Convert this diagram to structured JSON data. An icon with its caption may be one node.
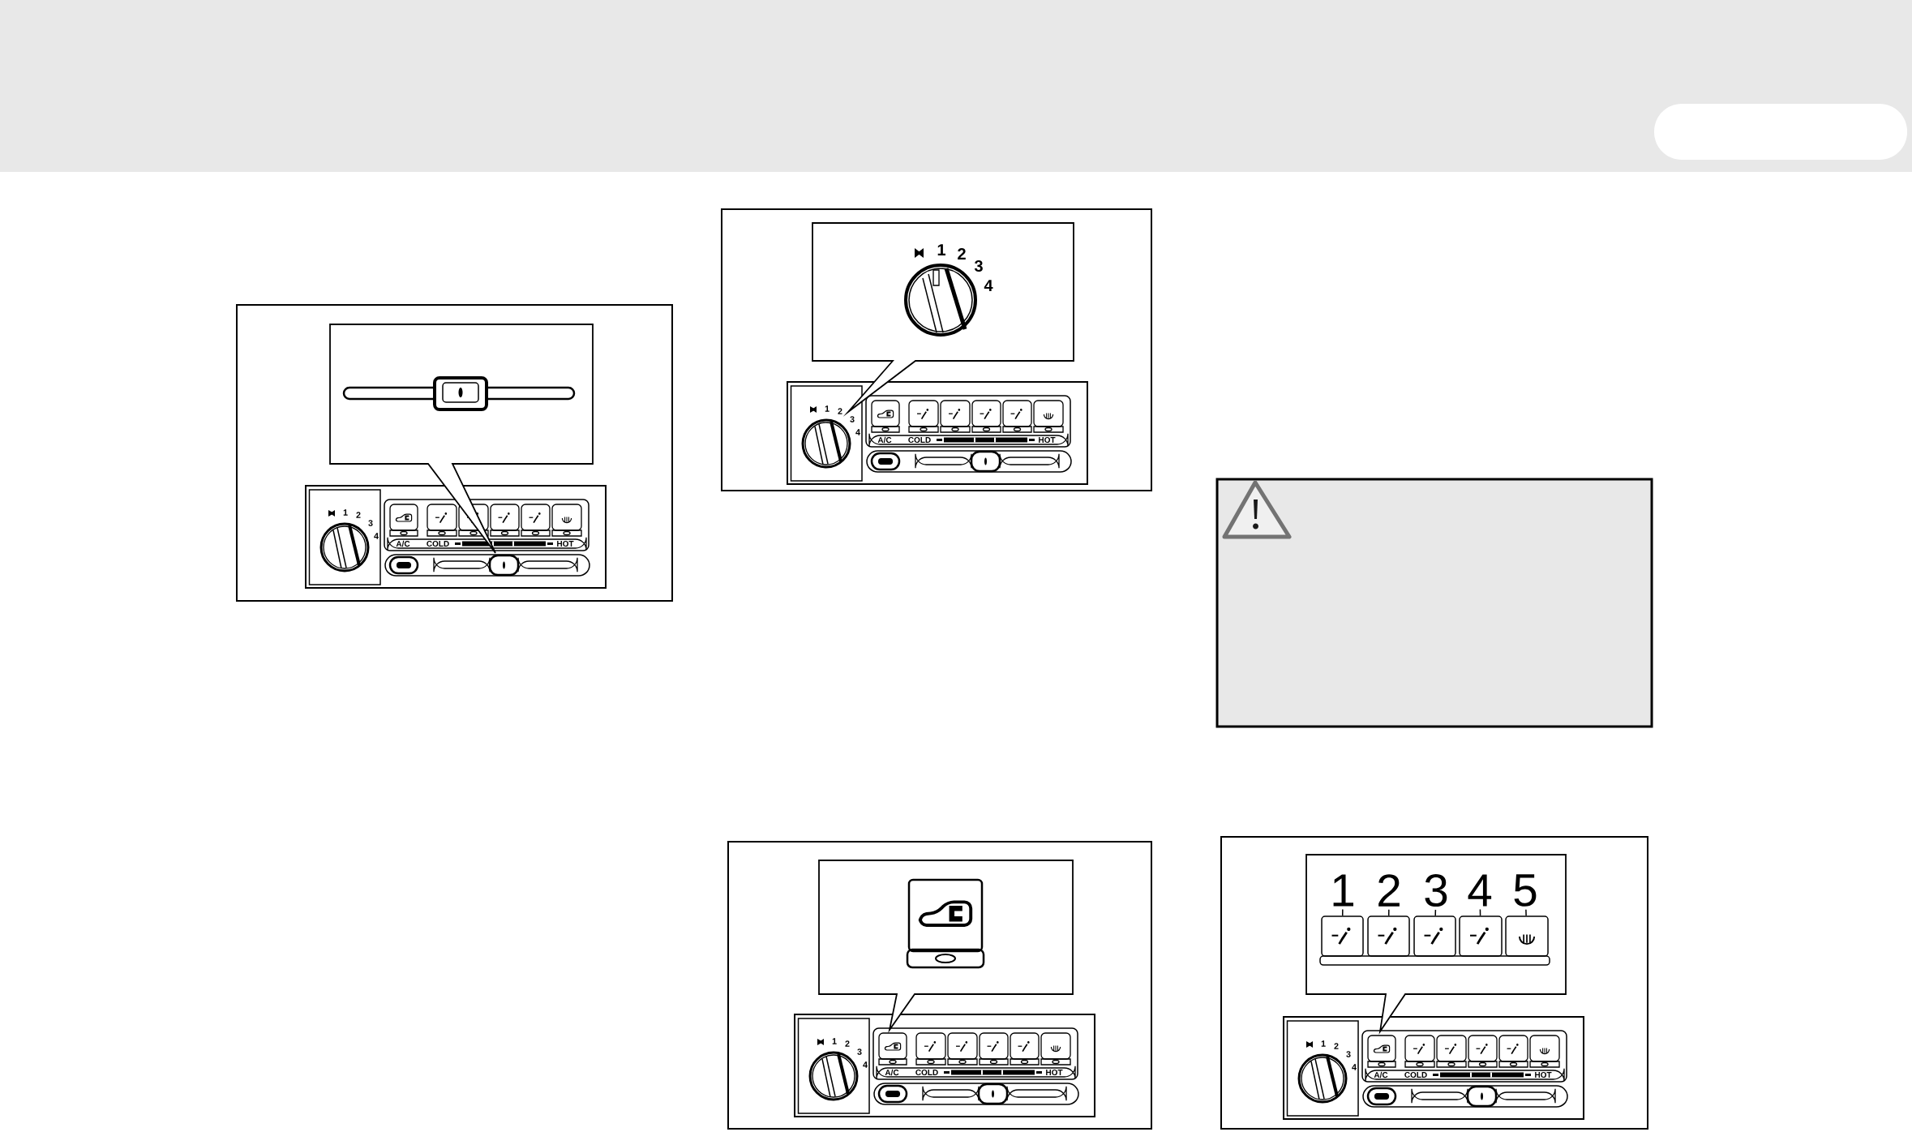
{
  "diagram": {
    "nodes": [
      {
        "text": [
          "1"
        ]
      },
      {
        "text": [
          "2"
        ]
      },
      {
        "text": [
          "3"
        ]
      },
      {
        "text": [
          "4"
        ]
      },
      {
        "text": [
          "5"
        ]
      },
      {
        "text": [],
        "shape": "box"
      },
      {
        "text": [],
        "shape": "box"
      },
      {
        "text": [],
        "shape": "box"
      },
      {
        "text": [],
        "shape": "box"
      },
      {
        "text": [],
        "shape": "box"
      }
    ],
    "edges": [
      {
        "from": 0,
        "to": 5,
        "arrow": "none"
      },
      {
        "from": 1,
        "to": 6,
        "arrow": "none"
      },
      {
        "from": 2,
        "to": 7,
        "arrow": "none"
      },
      {
        "from": 3,
        "to": 8,
        "arrow": "none"
      },
      {
        "from": 4,
        "to": 9,
        "arrow": "none"
      }
    ],
    "labels": [
      "1",
      "2",
      "3",
      "4",
      "A/C",
      "COLD",
      "HOT",
      "1",
      "2",
      "3",
      "4",
      "1",
      "2",
      "3",
      "4",
      "A/C",
      "COLD",
      "HOT",
      "1",
      "2",
      "3",
      "4",
      "A/C",
      "COLD",
      "HOT",
      "1",
      "2",
      "3",
      "4",
      "A/C",
      "COLD",
      "HOT"
    ]
  }
}
